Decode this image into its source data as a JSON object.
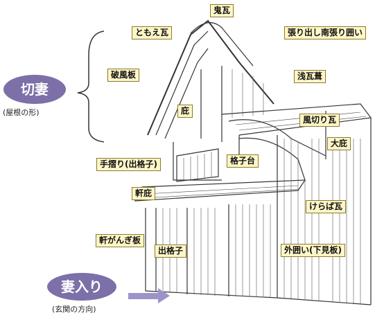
{
  "labels": {
    "onigawara": "鬼瓦",
    "tomoe": "ともえ瓦",
    "haridashi": "張り出し南張り囲い",
    "hafuita": "破風板",
    "asagawara": "浅瓦葺",
    "hisashi": "庇",
    "kazakiri": "風切り瓦",
    "ohisashi": "大庇",
    "tesuri": "手摺り(出格子)",
    "koshidai": "格子台",
    "nokibisashi": "軒庇",
    "keraba": "けらば瓦",
    "noki_gangi": "軒がんぎ板",
    "degoshi": "出格子",
    "sotogakoi": "外囲い(下見板)"
  },
  "kirizuma": {
    "title": "切妻",
    "note": "(屋根の形)"
  },
  "tsumairi": {
    "title": "妻入り",
    "note": "(玄関の方向)"
  },
  "colors": {
    "label_bg": "#fff6c8",
    "oval": "#7d6fa8",
    "arrow": "#9d93c8",
    "ink": "#333333"
  }
}
